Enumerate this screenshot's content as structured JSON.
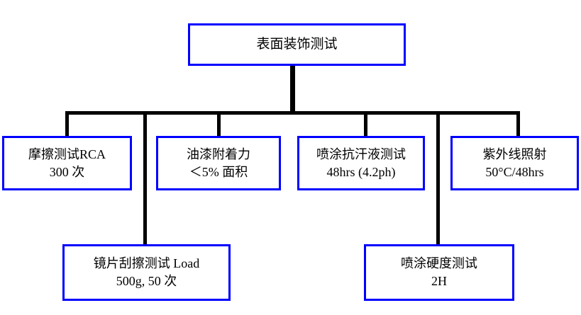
{
  "diagram": {
    "type": "tree",
    "orientation": "top-down",
    "colors": {
      "node_border": "#0000FF",
      "node_fill": "#FFFFFF",
      "connector": "#000000",
      "text": "#000000"
    },
    "root": {
      "id": "surface-decoration-test",
      "line1": "表面装饰测试",
      "line2": ""
    },
    "children": [
      {
        "id": "rca-abrasion",
        "line1": "摩擦测试RCA",
        "line2": "300 次"
      },
      {
        "id": "paint-adhesion",
        "line1": "油漆附着力",
        "line2": "＜5% 面积"
      },
      {
        "id": "anti-sweat-spray",
        "line1": "喷涂抗汗液测试",
        "line2": "48hrs (4.2ph)"
      },
      {
        "id": "uv-exposure",
        "line1": "紫外线照射",
        "line2": "50°C/48hrs"
      },
      {
        "id": "lens-scratch",
        "line1": "镜片刮擦测试 Load",
        "line2": "500g, 50 次"
      },
      {
        "id": "spray-hardness",
        "line1": "喷涂硬度测试",
        "line2": "2H"
      }
    ]
  }
}
